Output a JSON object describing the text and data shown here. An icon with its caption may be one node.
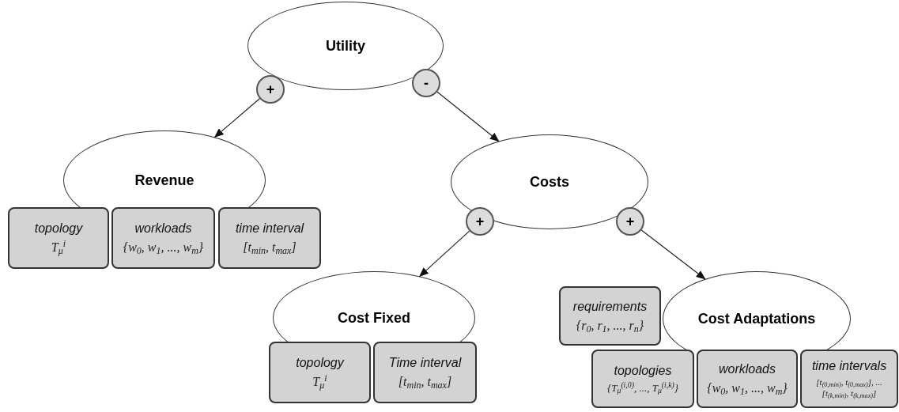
{
  "diagram": {
    "nodes": [
      {
        "text": [
          "Utility"
        ]
      },
      {
        "text": [
          "+"
        ]
      },
      {
        "text": [
          "-"
        ]
      },
      {
        "text": [
          "Revenue"
        ]
      },
      {
        "text": [
          "topology",
          "T$_{μ}$$^{i}$"
        ]
      },
      {
        "text": [
          "workloads",
          "{w$_{0}$, w$_{1}$, ..., w$_{m}$}"
        ]
      },
      {
        "text": [
          "time interval",
          "[t$_{min}$, t$_{max}$]"
        ]
      },
      {
        "text": [
          "Costs"
        ]
      },
      {
        "text": [
          "+"
        ]
      },
      {
        "text": [
          "+"
        ]
      },
      {
        "text": [
          "Cost Fixed"
        ]
      },
      {
        "text": [
          "topology",
          "T$_{μ}$$^{i}$"
        ]
      },
      {
        "text": [
          "Time interval",
          "[t$_{min}$, t$_{max}$]"
        ]
      },
      {
        "text": [
          "Cost Adaptations"
        ]
      },
      {
        "text": [
          "requirements",
          "{r$_{0}$, r$_{1}$, ..., r$_{n}$}"
        ]
      },
      {
        "text": [
          "topologies",
          "{T$_{μ}$$^{(i,0)}$, ..., T$_{μ}$$^{(i,k)}$}"
        ]
      },
      {
        "text": [
          "workloads",
          "{w$_{0}$, w$_{1}$, ..., w$_{m}$}"
        ]
      },
      {
        "text": [
          "time intervals",
          "[t$_{(0,min)}$, t$_{(0,max)}$], ... [t$_{(k,min)}$, t$_{(k,max)}$]"
        ]
      }
    ],
    "edges": [
      {
        "from": 1,
        "to": 3,
        "arrow": "to"
      },
      {
        "from": 2,
        "to": 7,
        "arrow": "to"
      },
      {
        "from": 8,
        "to": 10,
        "arrow": "to"
      },
      {
        "from": 9,
        "to": 13,
        "arrow": "to"
      }
    ]
  }
}
